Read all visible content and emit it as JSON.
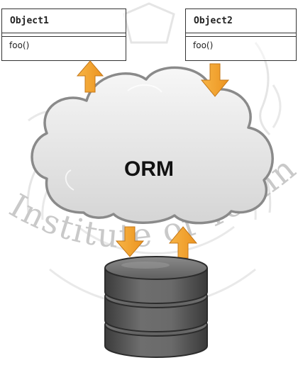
{
  "watermark": {
    "text": "Institute of Technology",
    "color": "#c9c9c9"
  },
  "objects": [
    {
      "name": "Object1",
      "method": "foo()"
    },
    {
      "name": "Object2",
      "method": "foo()"
    }
  ],
  "cloud": {
    "label": "ORM"
  },
  "arrows": [
    {
      "name": "arrow-orm-to-object1",
      "direction": "up"
    },
    {
      "name": "arrow-object2-to-orm",
      "direction": "down"
    },
    {
      "name": "arrow-orm-to-database",
      "direction": "down"
    },
    {
      "name": "arrow-database-to-orm",
      "direction": "up"
    }
  ],
  "colors": {
    "arrow_fill": "#f3a230",
    "arrow_stroke": "#c4781a",
    "cloud_fill": "#e6e6e6",
    "database_fill": "#5a5a5a"
  }
}
